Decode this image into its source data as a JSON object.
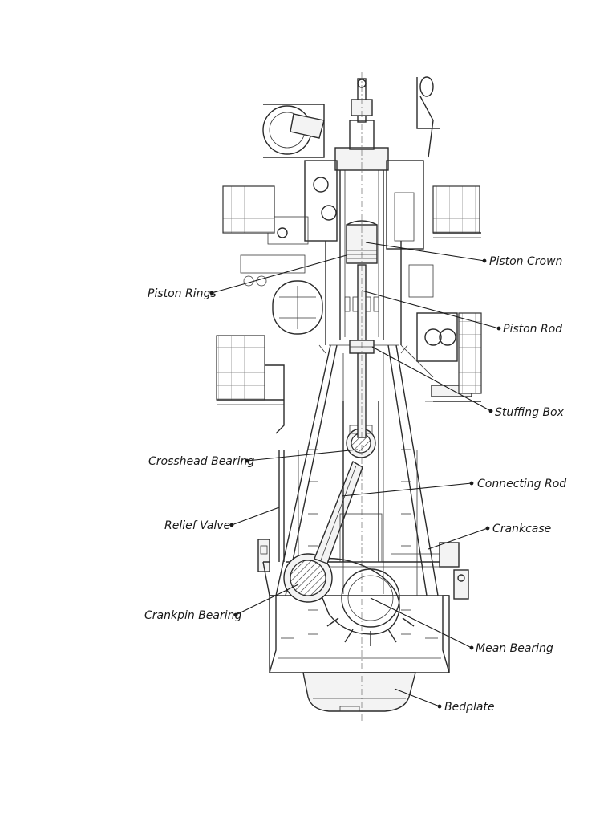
{
  "diagram": {
    "subject": "marine-two-stroke-crosshead-engine-cross-section",
    "labels": {
      "piston_crown": "Piston Crown",
      "piston_rings": "Piston Rings",
      "piston_rod": "Piston Rod",
      "stuffing_box": "Stuffing Box",
      "crosshead_bearing": "Crosshead Bearing",
      "connecting_rod": "Connecting Rod",
      "relief_valve": "Relief Valve",
      "crankcase": "Crankcase",
      "crankpin_bearing": "Crankpin Bearing",
      "mean_bearing": "Mean Bearing",
      "bedplate": "Bedplate"
    }
  }
}
